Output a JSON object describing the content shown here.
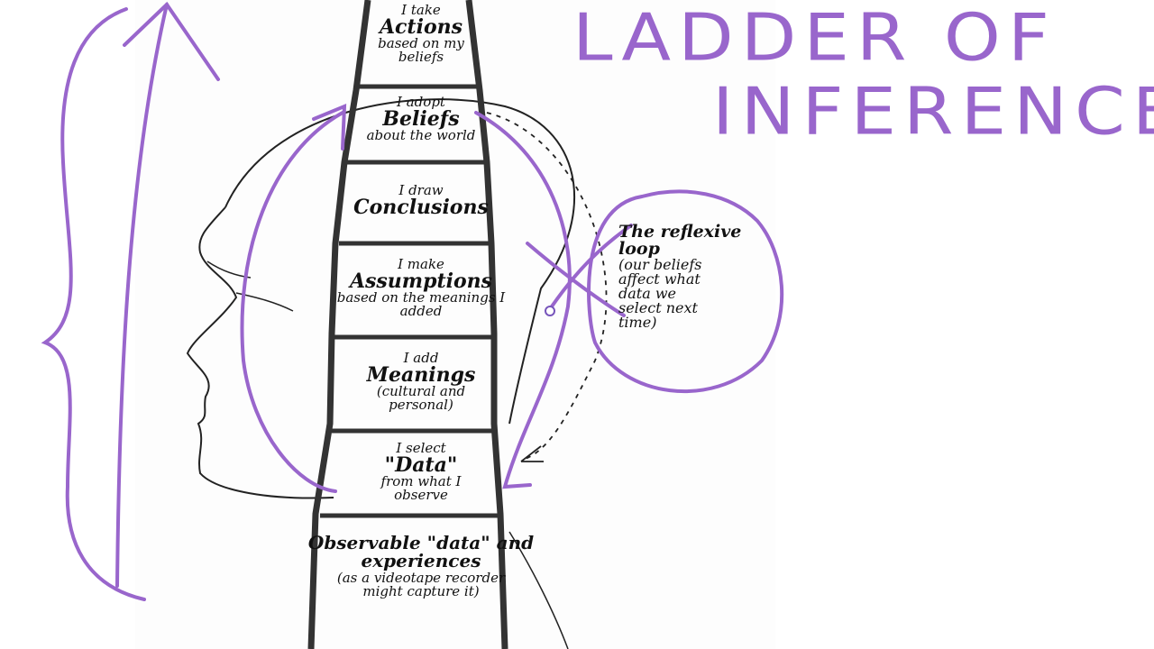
{
  "annotation": {
    "title_line1": "LADDER OF",
    "title_line2": "INFERENCE",
    "ink_color": "#9966cc"
  },
  "rungs": [
    {
      "pre": "I take",
      "main": "Actions",
      "post": "based on my beliefs"
    },
    {
      "pre": "I adopt",
      "main": "Beliefs",
      "post": "about the world"
    },
    {
      "pre": "I draw",
      "main": "Conclusions",
      "post": ""
    },
    {
      "pre": "I make",
      "main": "Assumptions",
      "post": "based on the meanings I added"
    },
    {
      "pre": "I add",
      "main": "Meanings",
      "post": "(cultural and personal)"
    },
    {
      "pre": "I select",
      "main": "\"Data\"",
      "post": "from what I observe"
    },
    {
      "pre": "",
      "main": "Observable \"data\" and experiences",
      "post": "(as a videotape recorder might capture it)"
    }
  ],
  "loop_note": {
    "heading": "The reflexive loop",
    "body": "(our beliefs affect what data we select next time)"
  }
}
